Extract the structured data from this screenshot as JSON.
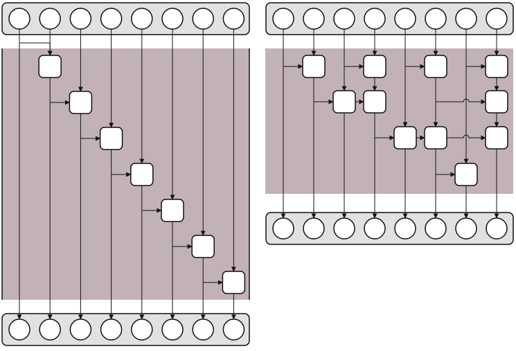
{
  "colors": {
    "panel": "#c2b1b9",
    "rail": "#e1e1e1",
    "stroke": "#111111",
    "node_fill": "#ffffff"
  },
  "diagrams": [
    {
      "id": "serial-scan",
      "lanes": 8,
      "steps": [
        {
          "from": 0,
          "to": 1
        },
        {
          "from": 1,
          "to": 2
        },
        {
          "from": 2,
          "to": 3
        },
        {
          "from": 3,
          "to": 4
        },
        {
          "from": 4,
          "to": 5
        },
        {
          "from": 5,
          "to": 6
        },
        {
          "from": 6,
          "to": 7
        }
      ]
    },
    {
      "id": "parallel-scan",
      "lanes": 8,
      "steps": [
        {
          "level": 1,
          "from": 0,
          "to": 1
        },
        {
          "level": 1,
          "from": 2,
          "to": 3
        },
        {
          "level": 1,
          "from": 4,
          "to": 5
        },
        {
          "level": 1,
          "from": 6,
          "to": 7
        },
        {
          "level": 2,
          "from": 1,
          "to": 2
        },
        {
          "level": 2,
          "from": 1,
          "to": 3
        },
        {
          "level": 2,
          "from": 5,
          "to": 7
        },
        {
          "level": 3,
          "from": 3,
          "to": 4
        },
        {
          "level": 3,
          "from": 3,
          "to": 5
        },
        {
          "level": 3,
          "from": 3,
          "to": 7
        },
        {
          "level": 4,
          "from": 5,
          "to": 6
        }
      ]
    }
  ]
}
